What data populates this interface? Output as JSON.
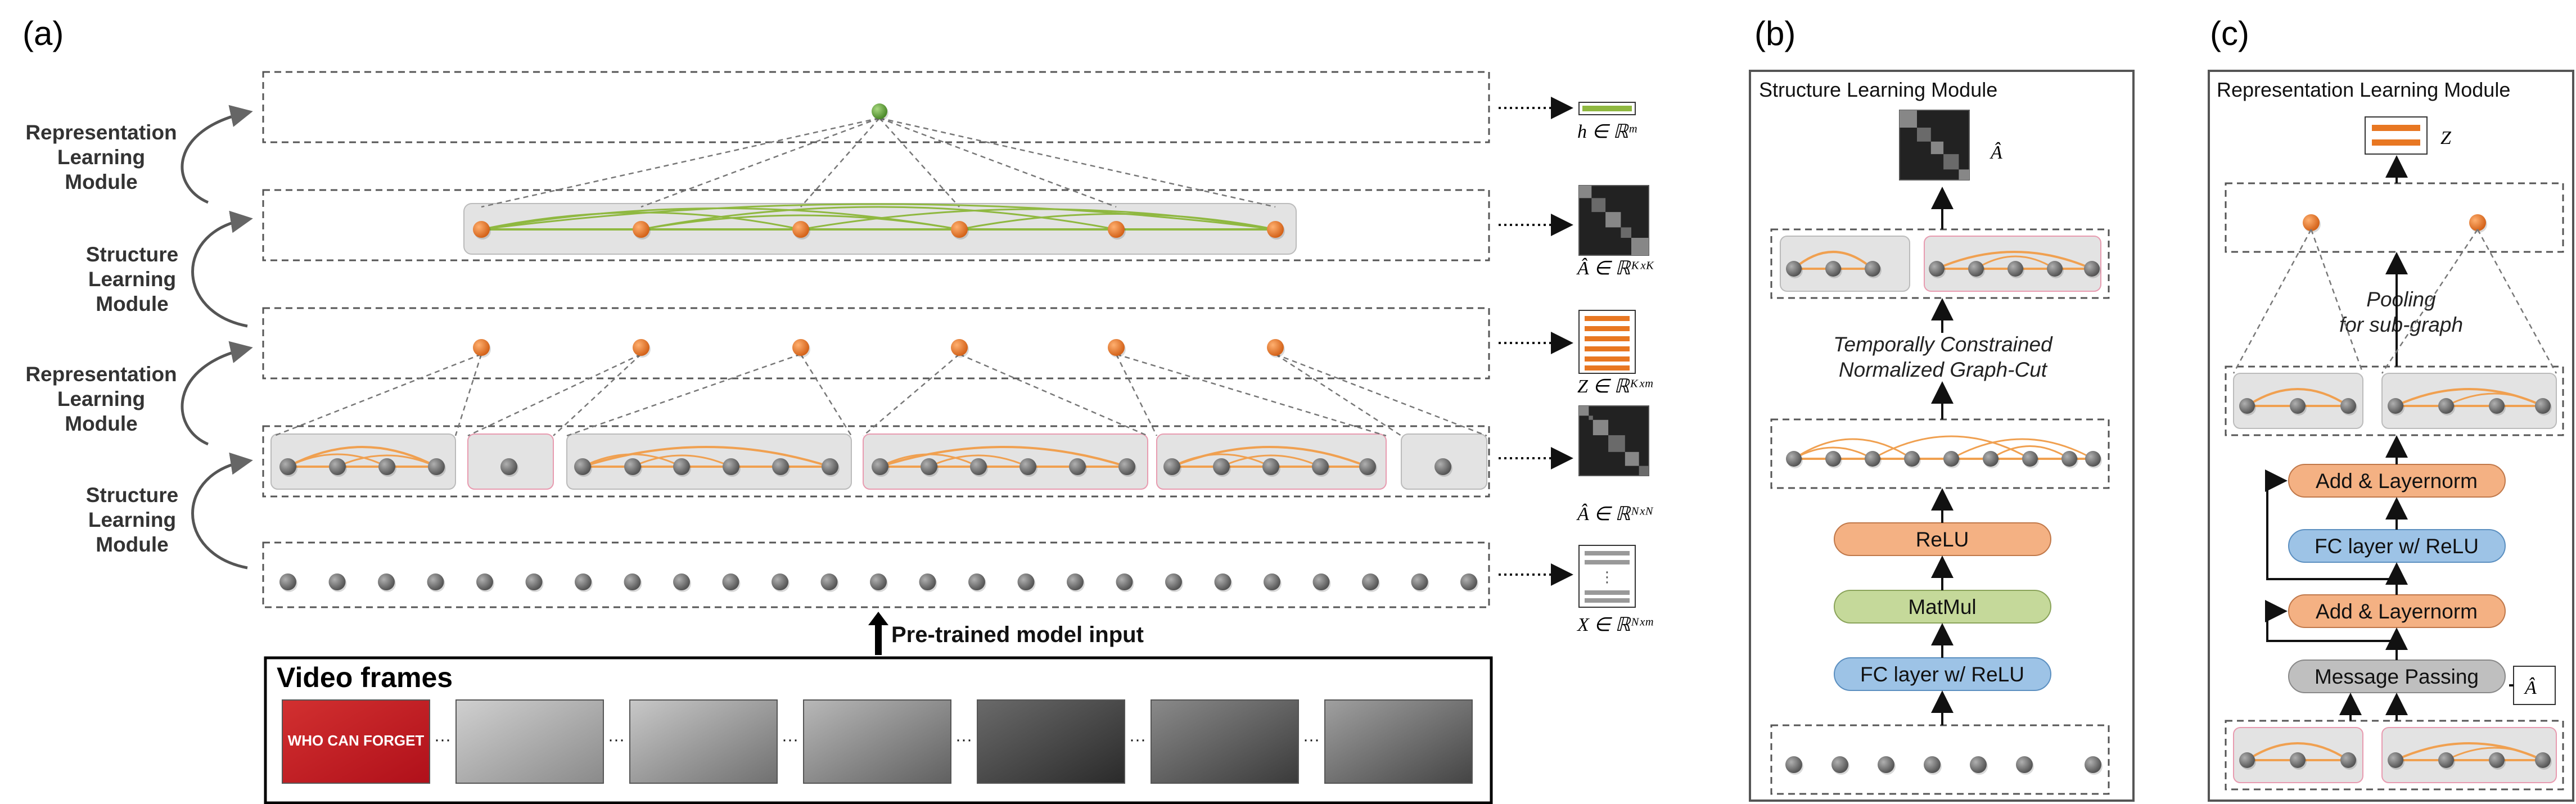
{
  "panel_a": {
    "letter": "(a)",
    "side_labels": {
      "repr_1": [
        "Representation",
        "Learning",
        "Module"
      ],
      "struct_1": [
        "Structure",
        "Learning",
        "Module"
      ],
      "repr_2": [
        "Representation",
        "Learning",
        "Module"
      ],
      "struct_2": [
        "Structure",
        "Learning",
        "Module"
      ]
    },
    "outputs": {
      "h": "h ∈ ℝᵐ",
      "a_kk": "Â ∈ ℝᴷˣᴷ",
      "z_km": "Z ∈ ℝᴷˣᵐ",
      "a_nn": "Â ∈ ℝᴺˣᴺ",
      "x_nm": "X ∈ ℝᴺˣᵐ"
    },
    "input_label": "Pre-trained model input",
    "frames_title": "Video frames",
    "frame_caption": "WHO CAN FORGET",
    "ellipsis": "···"
  },
  "panel_b": {
    "letter": "(b)",
    "title": "Structure Learning Module",
    "a_hat": "Â",
    "cut_label": [
      "Temporally Constrained",
      "Normalized Graph-Cut"
    ],
    "relu": "ReLU",
    "matmul": "MatMul",
    "fc": "FC layer w/ ReLU"
  },
  "panel_c": {
    "letter": "(c)",
    "title": "Representation Learning Module",
    "z": "Z",
    "pooling": [
      "Pooling",
      "for sub-graph"
    ],
    "add_norm_top": "Add & Layernorm",
    "fc": "FC layer w/ ReLU",
    "add_norm_bottom": "Add & Layernorm",
    "message_passing": "Message Passing",
    "a_hat": "Â"
  },
  "colors": {
    "orange_node": "#e87722",
    "gray_node": "#7f7f7f",
    "green_node": "#6aa84f",
    "orange_edge": "#f0a050",
    "green_edge": "#8fb840",
    "group_fill": "#e3e3e3",
    "dashed_border": "#555555",
    "relu_fill": "#f4b183",
    "matmul_fill": "#c5d99a",
    "fc_fill": "#9dc3e6",
    "mp_fill": "#bfbfbf"
  }
}
